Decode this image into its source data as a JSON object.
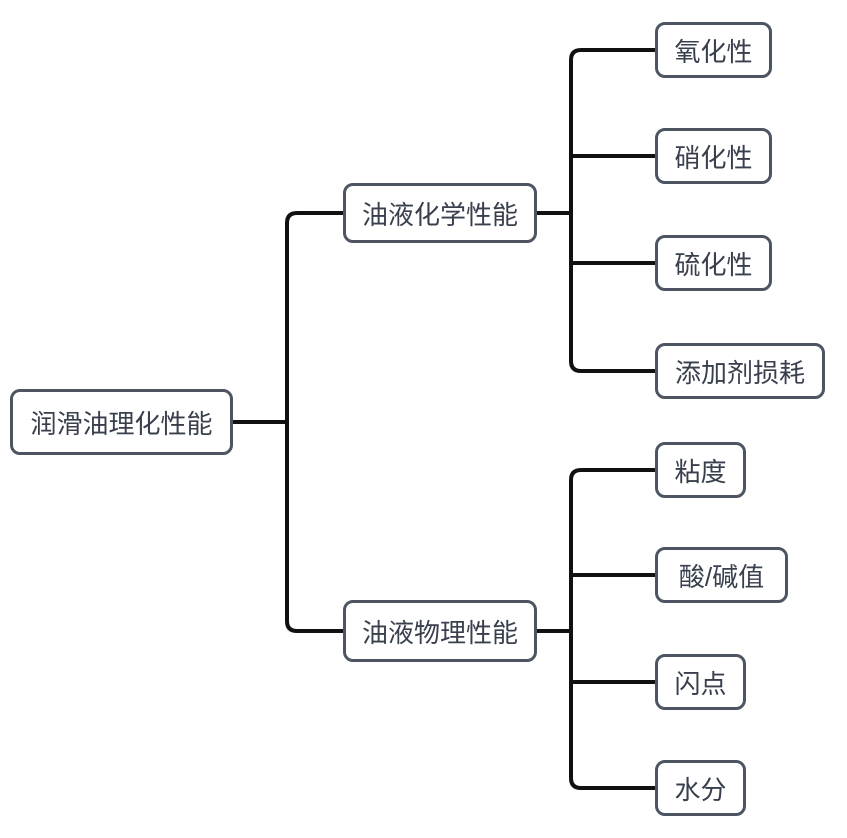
{
  "diagram": {
    "type": "mindmap-tree",
    "root": {
      "label": "润滑油理化性能"
    },
    "branches": [
      {
        "label": "油液化学性能",
        "children": [
          {
            "label": "氧化性"
          },
          {
            "label": "硝化性"
          },
          {
            "label": "硫化性"
          },
          {
            "label": "添加剂损耗"
          }
        ]
      },
      {
        "label": "油液物理性能",
        "children": [
          {
            "label": "粘度"
          },
          {
            "label": "酸/碱值"
          },
          {
            "label": "闪点"
          },
          {
            "label": "水分"
          }
        ]
      }
    ],
    "colors": {
      "node_border": "#4d5563",
      "node_text": "#39404d",
      "connector": "#111111",
      "background": "#ffffff"
    }
  }
}
